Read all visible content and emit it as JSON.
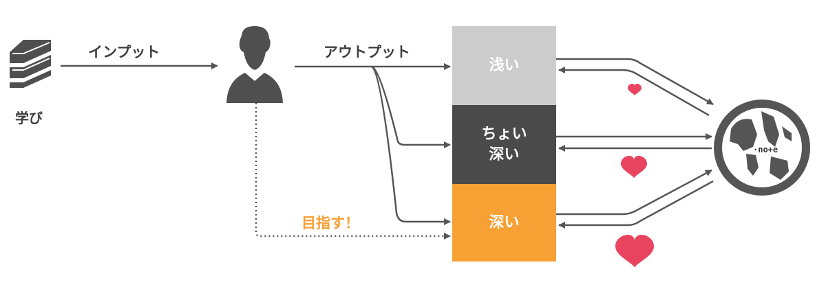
{
  "labels": {
    "learning": "学び",
    "input": "インプット",
    "output": "アウトプット",
    "aim": "目指す！"
  },
  "levels": [
    {
      "line1": "浅い",
      "line2": "",
      "color": "#cccccc"
    },
    {
      "line1": "ちょい",
      "line2": "深い",
      "color": "#4a4a4a"
    },
    {
      "line1": "深い",
      "line2": "",
      "color": "#f7a033"
    }
  ],
  "platform": {
    "logo_text": "·no+e"
  },
  "colors": {
    "arrow": "#555555",
    "icon": "#4f4f4f",
    "heart": "#e9445f",
    "aim_text": "#f7a033"
  },
  "icons": [
    "books-icon",
    "person-icon",
    "globe-icon",
    "heart-icon"
  ]
}
